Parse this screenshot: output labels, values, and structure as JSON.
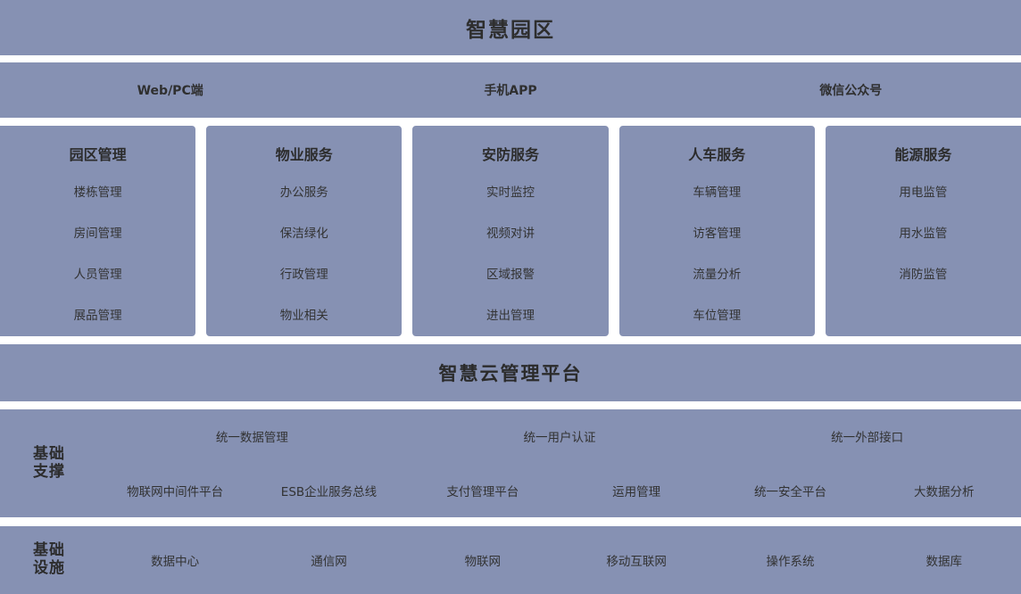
{
  "header": {
    "title": "智慧园区"
  },
  "channels": [
    {
      "label": "Web/PC端"
    },
    {
      "label": "手机APP"
    },
    {
      "label": "微信公众号"
    }
  ],
  "service_cards": [
    {
      "title": "园区管理",
      "items": [
        "楼栋管理",
        "房间管理",
        "人员管理",
        "展品管理"
      ]
    },
    {
      "title": "物业服务",
      "items": [
        "办公服务",
        "保洁绿化",
        "行政管理",
        "物业相关"
      ]
    },
    {
      "title": "安防服务",
      "items": [
        "实时监控",
        "视频对讲",
        "区域报警",
        "进出管理"
      ]
    },
    {
      "title": "人车服务",
      "items": [
        "车辆管理",
        "访客管理",
        "流量分析",
        "车位管理"
      ]
    },
    {
      "title": "能源服务",
      "items": [
        "用电监管",
        "用水监管",
        "消防监管"
      ]
    }
  ],
  "platform": {
    "title": "智慧云管理平台"
  },
  "support": {
    "label_line1": "基础",
    "label_line2": "支撑",
    "top_row": [
      "统一数据管理",
      "统一用户认证",
      "统一外部接口"
    ],
    "bottom_row": [
      "物联网中间件平台",
      "ESB企业服务总线",
      "支付管理平台",
      "运用管理",
      "统一安全平台",
      "大数据分析"
    ]
  },
  "infrastructure": {
    "label_line1": "基础",
    "label_line2": "设施",
    "items": [
      "数据中心",
      "通信网",
      "物联网",
      "移动互联网",
      "操作系统",
      "数据库"
    ]
  },
  "colors": {
    "panel": "#8691b3",
    "gap": "#ffffff",
    "text": "#2c2c2c"
  }
}
